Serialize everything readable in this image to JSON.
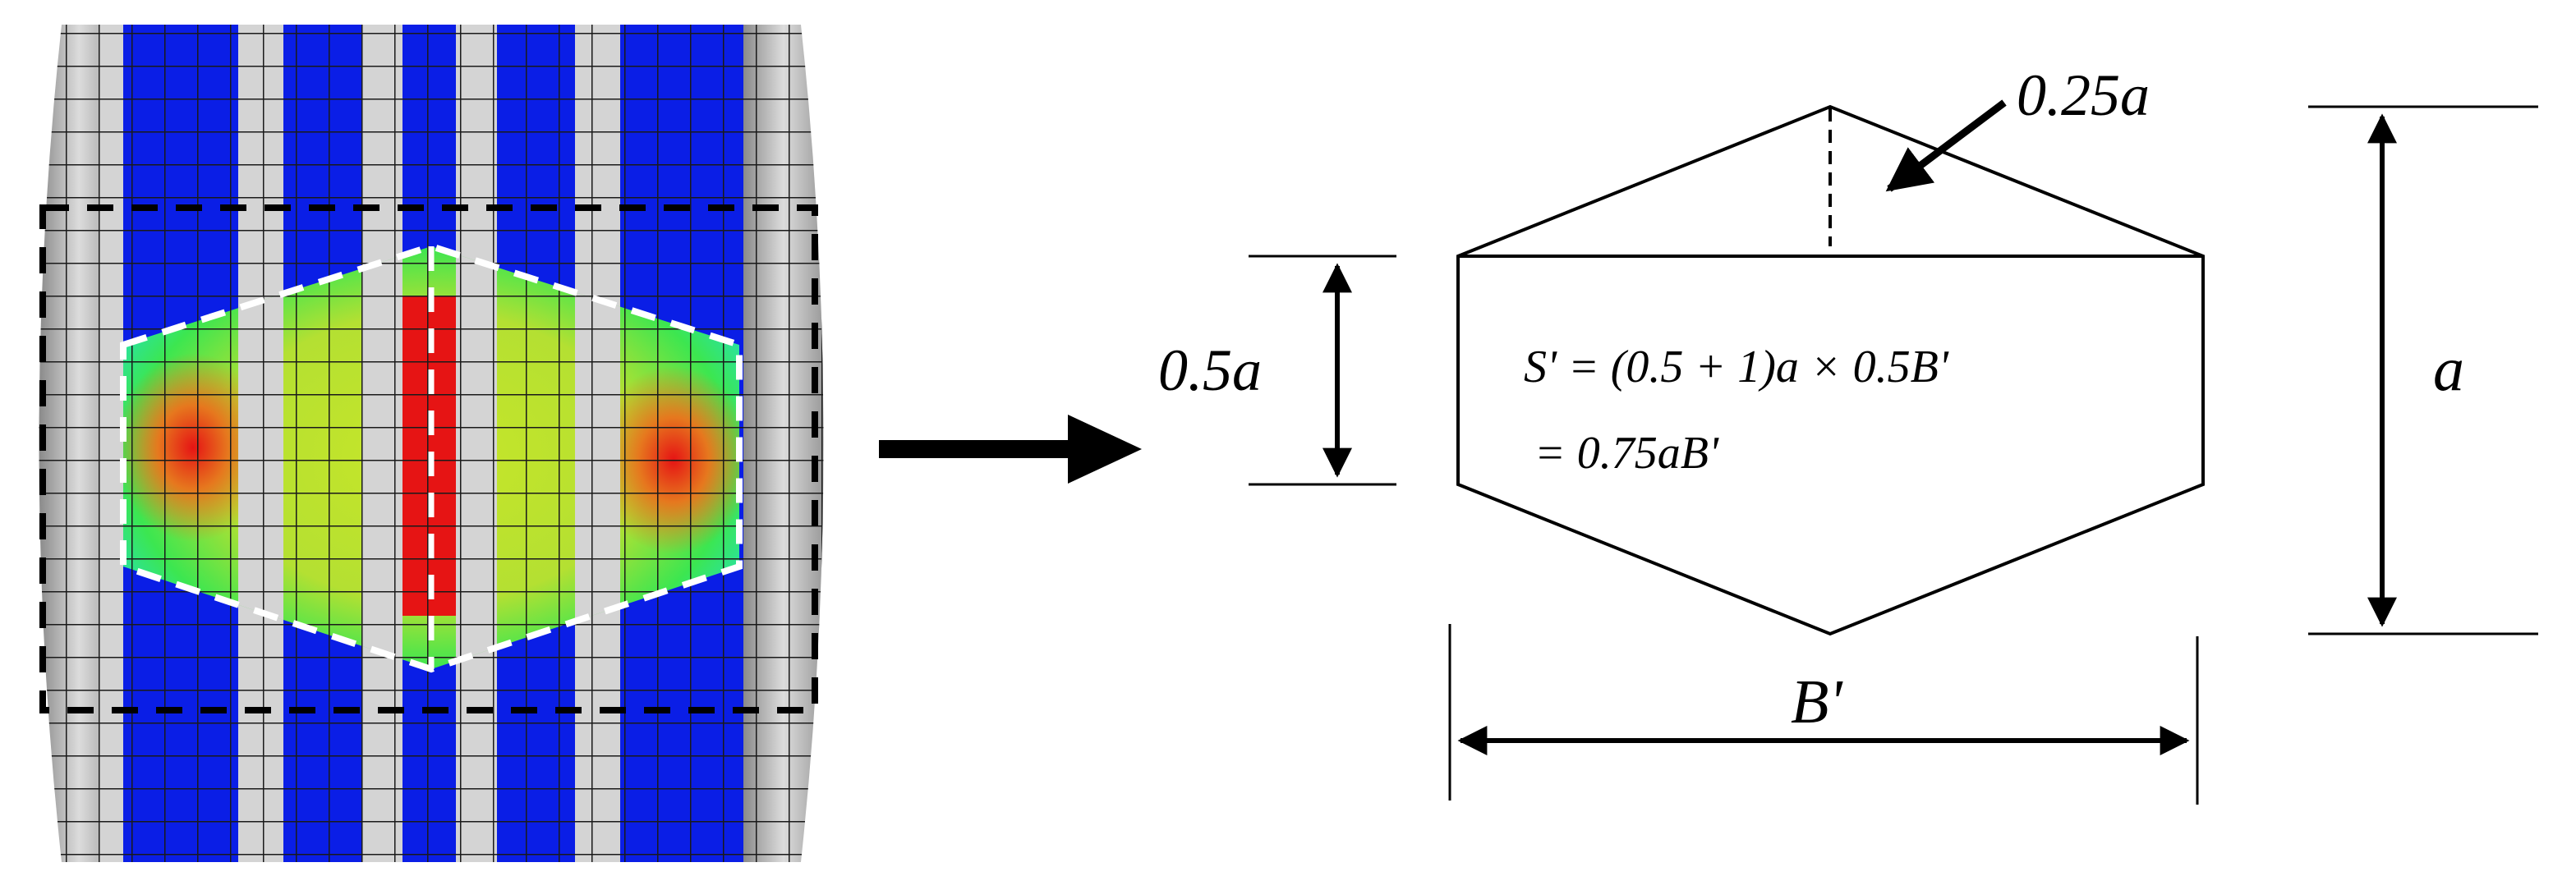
{
  "colors": {
    "blue": "#0a1ee6",
    "mesh_gray": "#d4d4d4",
    "mesh_line": "#1a1a1a",
    "cyan": "#1ee1d2",
    "green": "#3ce650",
    "yellow": "#c8e628",
    "orange": "#e6781e",
    "red": "#e61414",
    "line_black": "#000000",
    "dash_white": "#ffffff"
  },
  "labels": {
    "top_offset": "0.25a",
    "rect_height": "0.5a",
    "total_height": "a",
    "width": "B'",
    "formula_line1": "S' = (0.5 + 1)a × 0.5B'",
    "formula_line2": "= 0.75aB'"
  }
}
